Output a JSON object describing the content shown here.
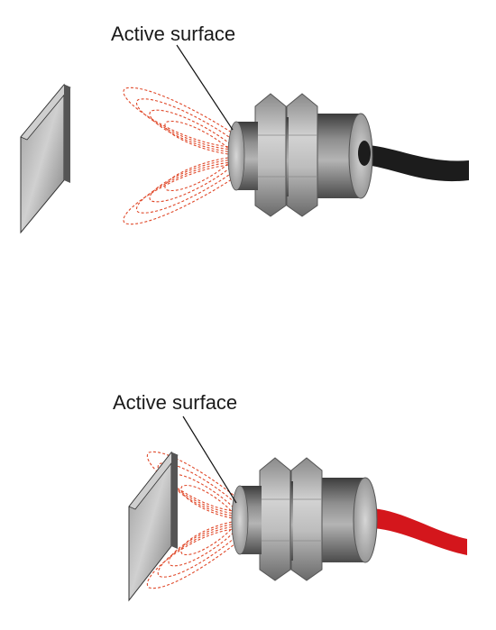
{
  "panels": [
    {
      "id": "top",
      "label": "Active surface",
      "cable_color": "#1c1c1c",
      "target": "distant"
    },
    {
      "id": "bottom",
      "label": "Active surface",
      "cable_color": "#d4161c",
      "target": "near"
    }
  ],
  "colors": {
    "field_lines": "#e0492a",
    "sensor_metal": "#7d7d7d",
    "target_plate": "#5a5a5a"
  }
}
